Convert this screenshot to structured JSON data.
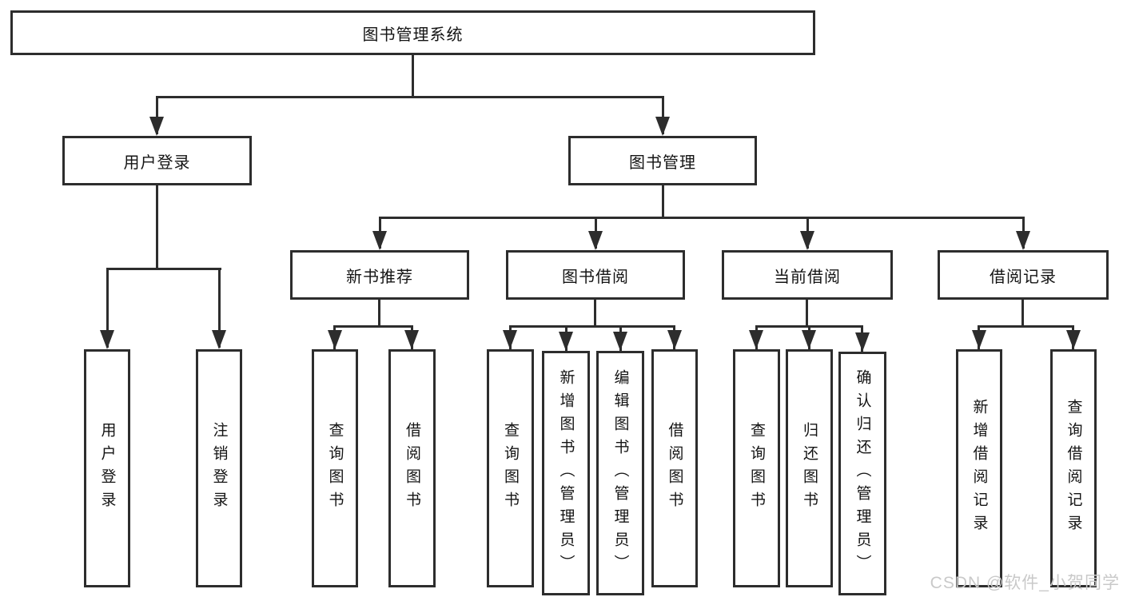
{
  "colors": {
    "line": "#2d2d2d",
    "text": "#141414",
    "background": "#ffffff",
    "watermark_color": "#c9c9c9"
  },
  "root": {
    "label": "图书管理系统"
  },
  "user_login": {
    "label": "用户登录",
    "children": [
      "用户登录",
      "注销登录"
    ]
  },
  "book_mgmt": {
    "label": "图书管理",
    "new_books": {
      "label": "新书推荐",
      "children": [
        "查询图书",
        "借阅图书"
      ]
    },
    "borrowing": {
      "label": "图书借阅",
      "children": [
        "查询图书",
        "新增图书（管理员）",
        "编辑图书（管理员）",
        "借阅图书"
      ]
    },
    "current": {
      "label": "当前借阅",
      "children": [
        "查询图书",
        "归还图书",
        "确认归还（管理员）"
      ]
    },
    "records": {
      "label": "借阅记录",
      "children": [
        "新增借阅记录",
        "查询借阅记录"
      ]
    }
  },
  "watermark": {
    "text": "CSDN @软件_小贺同学"
  }
}
